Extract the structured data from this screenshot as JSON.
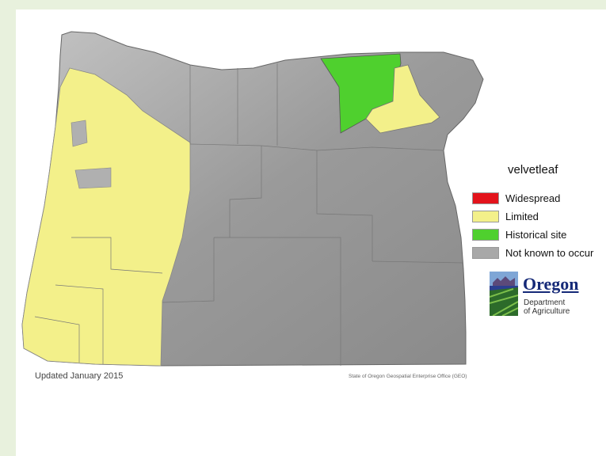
{
  "map": {
    "title": "velvetleaf",
    "updated": "Updated January 2015",
    "credit": "State of Oregon Geospatial Enterprise Office (GEO)"
  },
  "legend": [
    {
      "label": "Widespread",
      "color": "#e3131b"
    },
    {
      "label": "Limited",
      "color": "#f3f08a"
    },
    {
      "label": "Historical site",
      "color": "#4fd02e"
    },
    {
      "label": "Not known to occur",
      "color": "#a8a8a8"
    }
  ],
  "logo": {
    "name": "Oregon",
    "line1": "Department",
    "line2": "of Agriculture"
  },
  "colors": {
    "limited": "#f3f08a",
    "historical": "#4fd02e",
    "terrain": "#9a9a9a",
    "county_border": "#777777"
  }
}
